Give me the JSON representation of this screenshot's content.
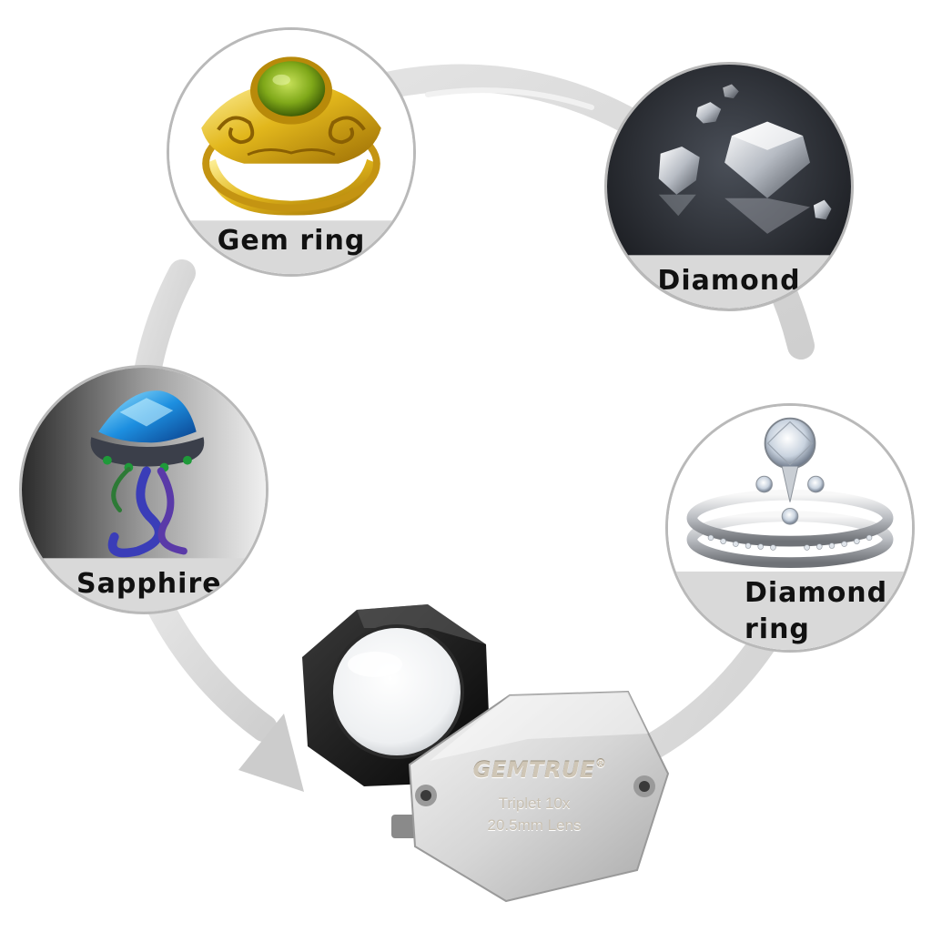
{
  "bubbles": {
    "gem_ring": {
      "label": "Gem ring"
    },
    "diamond": {
      "label": "Diamond"
    },
    "sapphire": {
      "label": "Sapphire"
    },
    "diamond_ring": {
      "label_line1": "Diamond",
      "label_line2": "ring"
    }
  },
  "loupe": {
    "brand": "GEMTRUE",
    "brand_mark": "®",
    "spec_line1": "Triplet 10x",
    "spec_line2": "20.5mm Lens"
  },
  "colors": {
    "ring_track": "#dddddd",
    "bubble_border": "#b9b9b9",
    "caption_band": "#d9d9d9",
    "loupe_body": "#141414",
    "loupe_plate": "#d9d9d9"
  }
}
